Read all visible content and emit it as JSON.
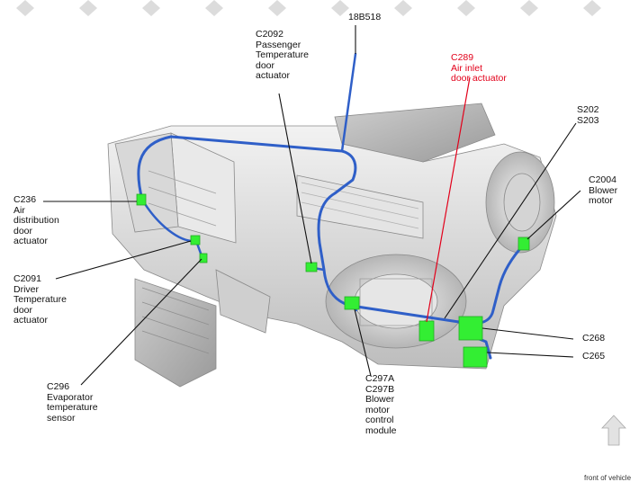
{
  "labels": {
    "c236": "C236\nAir\ndistribution\ndoor\nactuator",
    "c2091": "C2091\nDriver\nTemperature\ndoor\nactuator",
    "c296": "C296\nEvaporator\ntemperature\nsensor",
    "c2092": "C2092\nPassenger\nTemperature\ndoor\nactuator",
    "h18b518": "18B518",
    "c289": "C289\nAir inlet\ndoor actuator",
    "s202": "S202\nS203",
    "c2004": "C2004\nBlower\nmotor",
    "c268": "C268",
    "c265": "C265",
    "c297": "C297A\nC297B\nBlower\nmotor\ncontrol\nmodule",
    "front": "front of vehicle"
  },
  "colors": {
    "harness": "#2f5fc8",
    "connector": "#33ee33",
    "highlight_label": "#e2001a",
    "unit_body": "#dcdcdc",
    "arrow_fill": "#e2e2e2"
  },
  "icons": {
    "direction": "up-arrow-icon"
  }
}
